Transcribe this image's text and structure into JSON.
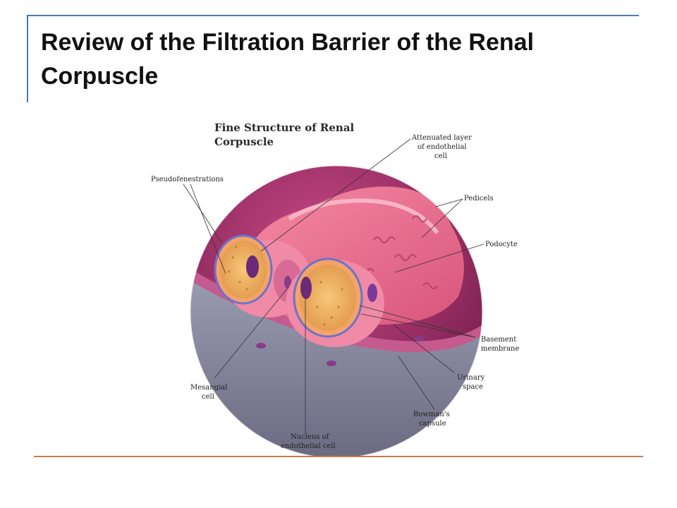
{
  "slide": {
    "title_line1": "Review of the Filtration Barrier of the Renal",
    "title_line2": "Corpuscle"
  },
  "figure": {
    "title_line1": "Fine Structure of Renal",
    "title_line2": "Corpuscle",
    "labels": {
      "attenuated_1": "Attenuated layer",
      "attenuated_2": "of endothelial",
      "attenuated_3": "cell",
      "pseudofenestrations": "Pseudofenestrations",
      "pedicels": "Pedicels",
      "podocyte": "Podocyte",
      "basement_1": "Basement",
      "basement_2": "membrane",
      "urinary_1": "Urinary",
      "urinary_2": "space",
      "bowmans_1": "Bowman's",
      "bowmans_2": "capsule",
      "mesangial_1": "Mesangial",
      "mesangial_2": "cell",
      "nucleus_1": "Nucleus of",
      "nucleus_2": "endothelial cell"
    }
  },
  "colors": {
    "frame": "#4a7ab8",
    "bottom_rule": "#c87a4a",
    "capsule_dark": "#8e2a5e",
    "capsule_gray": "#7d7f95",
    "tissue_pink": "#e46a8a",
    "lumen_yellow": "#f2b25a",
    "basement_blue": "#6b74c8",
    "nucleus_purple": "#6a2a78"
  }
}
